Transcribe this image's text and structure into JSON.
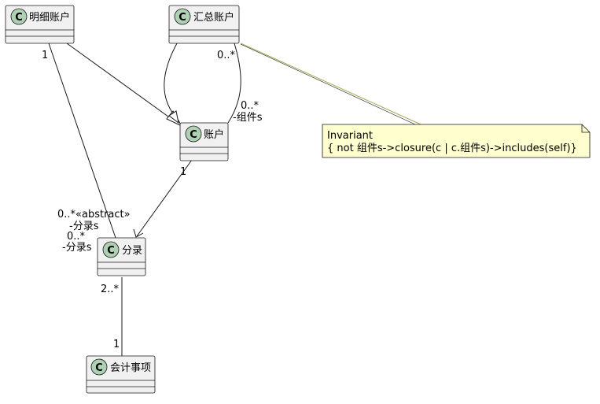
{
  "classes": {
    "mingxi": {
      "name": "明细账户",
      "stereotype_icon": "C"
    },
    "huizong": {
      "name": "汇总账户",
      "stereotype_icon": "C"
    },
    "zhanghu": {
      "name": "账户",
      "stereotype_icon": "C"
    },
    "fenlu": {
      "name": "分录",
      "stereotype_icon": "C"
    },
    "kuaiji": {
      "name": "会计事项",
      "stereotype_icon": "C"
    }
  },
  "labels": {
    "mingxi_mult": "1",
    "huizong_mult": "0..*",
    "zhanghu_self_mult": "0..*",
    "zhanghu_self_role": "-组件s",
    "zhanghu_mult": "1",
    "fenlu_abstract": "0..*«abstract»",
    "fenlu_role1": "-分录s",
    "fenlu_mult2": "0..*",
    "fenlu_role2": "-分录s",
    "fenlu_mult3": "2..*",
    "kuaiji_mult": "1"
  },
  "note": {
    "line1": "Invariant",
    "line2": "{ not 组件s->closure(c | c.组件s)->includes(self)}"
  },
  "colors": {
    "class_fill": "#f1f1f1",
    "class_border": "#181818",
    "icon_fill": "#add1b2",
    "note_fill": "#fefece",
    "note_connector": "#a8a855"
  }
}
